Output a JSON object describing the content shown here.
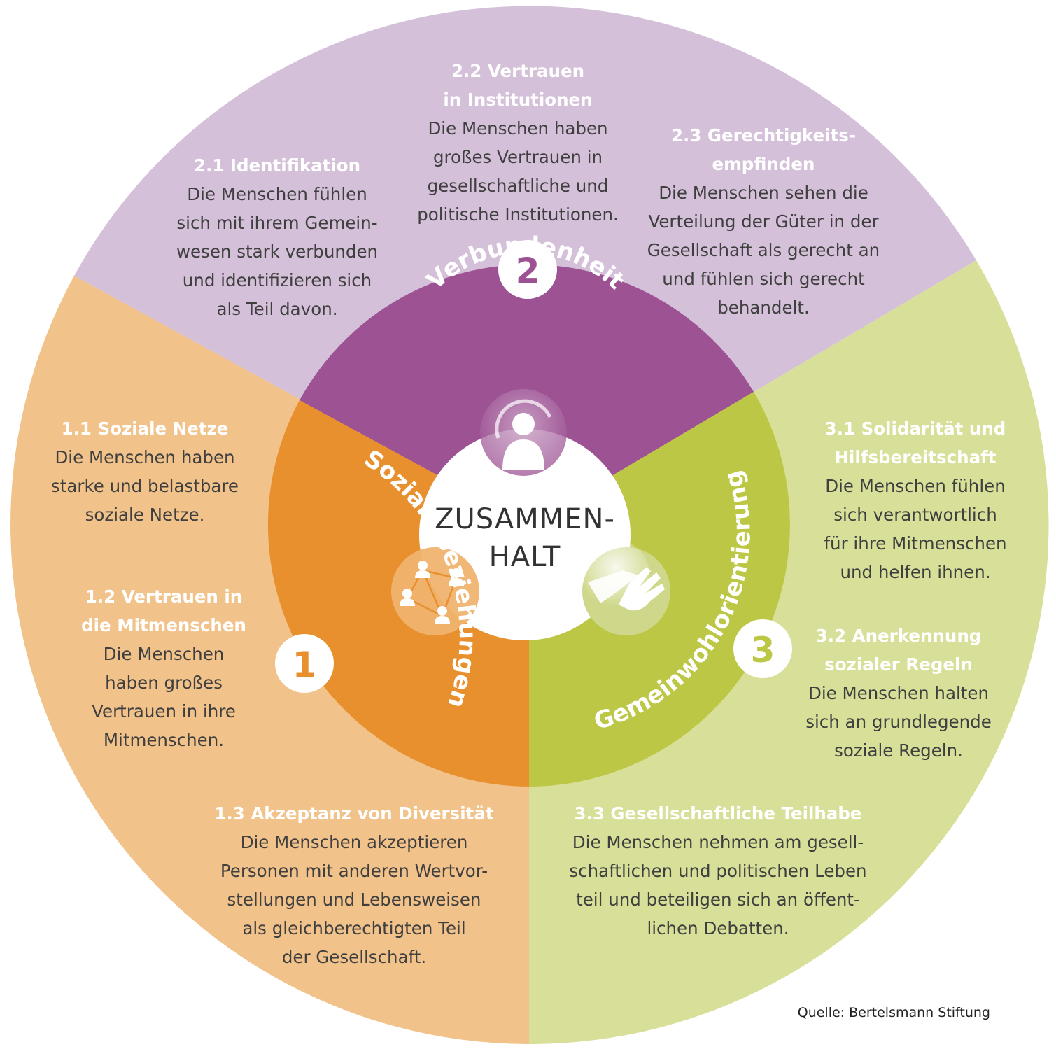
{
  "colors": {
    "purple_light": "#d5c0d9",
    "purple_dark": "#9c5293",
    "orange_light": "#f1c28a",
    "orange_dark": "#e8902e",
    "green_light": "#d8df98",
    "green_dark": "#bcc745",
    "center": "#ffffff"
  },
  "center": {
    "line1": "ZUSAMMEN-",
    "line2": "HALT"
  },
  "sections": [
    {
      "number": "1",
      "label": "Soziale Beziehungen",
      "icon": "network-people-icon",
      "items": [
        {
          "title_lines": [
            "1.1 Soziale Netze"
          ],
          "desc_lines": [
            "Die Menschen haben",
            "starke und belastbare",
            "soziale Netze."
          ]
        },
        {
          "title_lines": [
            "1.2 Vertrauen in",
            "die Mitmenschen"
          ],
          "desc_lines": [
            "Die Menschen",
            "haben großes",
            "Vertrauen in ihre",
            "Mitmenschen."
          ]
        },
        {
          "title_lines": [
            "1.3 Akzeptanz von Diversität"
          ],
          "desc_lines": [
            "Die Menschen akzeptieren",
            "Personen mit anderen Wertvor-",
            "stellungen und Lebensweisen",
            "als gleichberechtigten Teil",
            "der Gesellschaft."
          ]
        }
      ]
    },
    {
      "number": "2",
      "label": "Verbundenheit",
      "icon": "person-icon",
      "items": [
        {
          "title_lines": [
            "2.1 Identifikation"
          ],
          "desc_lines": [
            "Die Menschen fühlen",
            "sich mit ihrem Gemein-",
            "wesen stark verbunden",
            "und identifizieren sich",
            "als Teil davon."
          ]
        },
        {
          "title_lines": [
            "2.2 Vertrauen",
            "in Institutionen"
          ],
          "desc_lines": [
            "Die Menschen haben",
            "großes Vertrauen in",
            "gesellschaftliche und",
            "politische Institutionen."
          ]
        },
        {
          "title_lines": [
            "2.3 Gerechtigkeits-",
            "empfinden"
          ],
          "desc_lines": [
            "Die Menschen sehen die",
            "Verteilung der Güter in der",
            "Gesellschaft als gerecht an",
            "und fühlen sich gerecht",
            "behandelt."
          ]
        }
      ]
    },
    {
      "number": "3",
      "label": "Gemeinwohlorientierung",
      "icon": "helping-hands-icon",
      "items": [
        {
          "title_lines": [
            "3.1 Solidarität und",
            "Hilfsbereitschaft"
          ],
          "desc_lines": [
            "Die Menschen fühlen",
            "sich verantwortlich",
            "für ihre Mitmenschen",
            "und helfen ihnen."
          ]
        },
        {
          "title_lines": [
            "3.2 Anerkennung",
            "sozialer Regeln"
          ],
          "desc_lines": [
            "Die Menschen halten",
            "sich an grundlegende",
            "soziale Regeln."
          ]
        },
        {
          "title_lines": [
            "3.3 Gesellschaftliche Teilhabe"
          ],
          "desc_lines": [
            "Die Menschen nehmen am gesell-",
            "schaftlichen und politischen Leben",
            "teil und beteiligen sich an öffent-",
            "lichen Debatten."
          ]
        }
      ]
    }
  ],
  "source": "Quelle: Bertelsmann Stiftung"
}
